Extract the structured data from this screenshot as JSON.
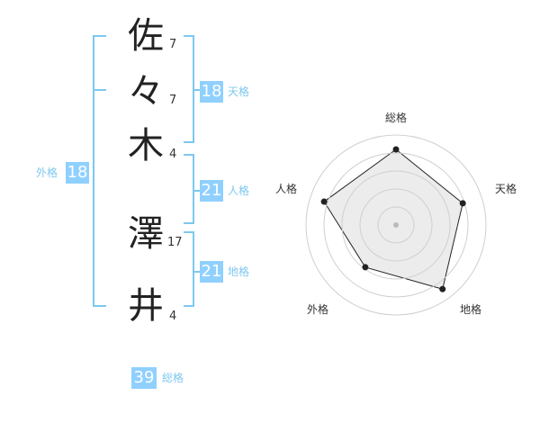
{
  "name": {
    "chars": [
      {
        "char": "佐",
        "strokes": "7"
      },
      {
        "char": "々",
        "strokes": "7"
      },
      {
        "char": "木",
        "strokes": "4"
      },
      {
        "char": "澤",
        "strokes": "17"
      },
      {
        "char": "井",
        "strokes": "4"
      }
    ]
  },
  "fortune": {
    "tenkaku": {
      "value": "18",
      "label": "天格"
    },
    "jinkaku": {
      "value": "21",
      "label": "人格"
    },
    "chikaku": {
      "value": "21",
      "label": "地格"
    },
    "gaikaku": {
      "value": "18",
      "label": "外格"
    },
    "soukaku": {
      "value": "39",
      "label": "総格"
    }
  },
  "colors": {
    "bracket": "#7ec8f0",
    "badge": "#8fd0ff",
    "text": "#333333",
    "radar_fill": "#ececec",
    "radar_line": "#222222",
    "radar_grid": "#cfcfcf"
  },
  "chart_data": {
    "type": "radar",
    "axes": [
      "総格",
      "天格",
      "地格",
      "外格",
      "人格"
    ],
    "values": [
      4.2,
      3.9,
      4.4,
      2.9,
      4.2
    ],
    "max": 5,
    "rings": 5
  }
}
